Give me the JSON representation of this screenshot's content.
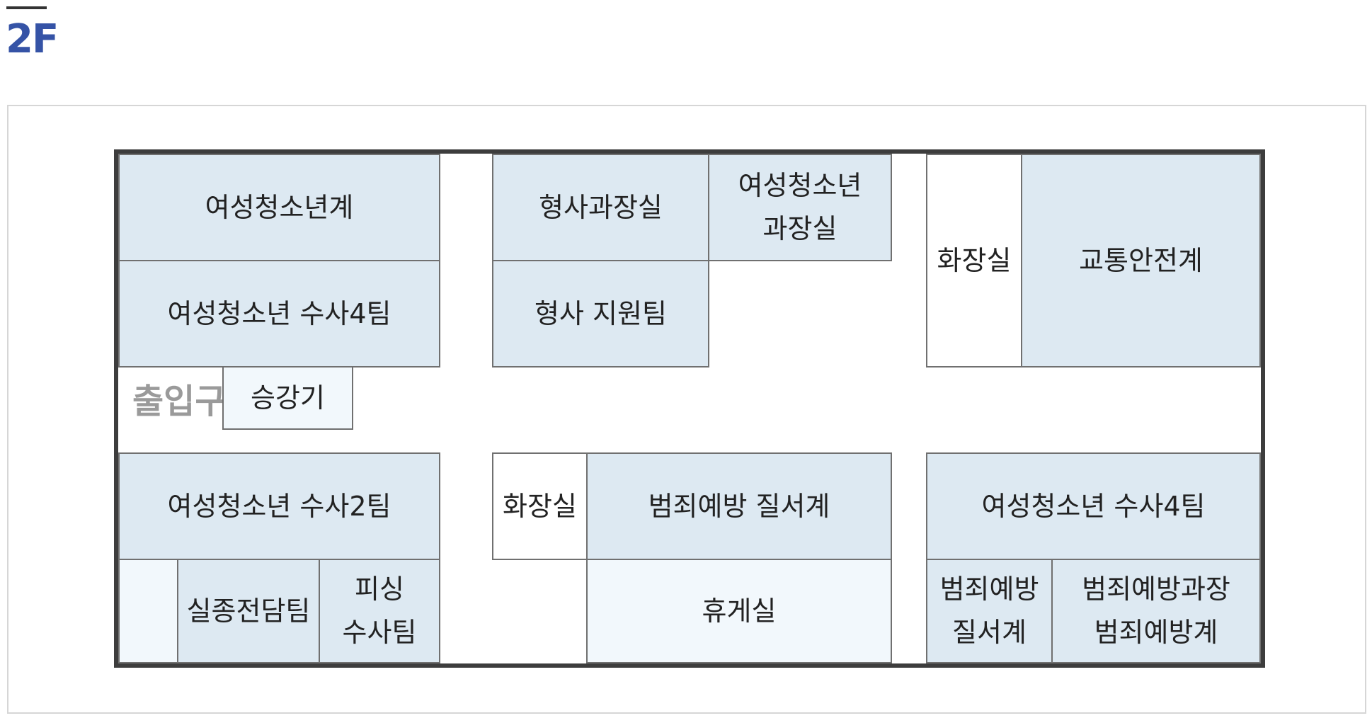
{
  "floor": "2F",
  "entrance": "출입구",
  "rooms": {
    "youth_team": "여성청소년계",
    "youth_inv4_top": "여성청소년 수사4팀",
    "crim_chief": "형사과장실",
    "youth_chief": "여성청소년\n과장실",
    "crim_support": "형사 지원팀",
    "restroom_top": "화장실",
    "traffic": "교통안전계",
    "elevator": "승강기",
    "youth_inv2": "여성청소년 수사2팀",
    "restroom_bottom": "화장실",
    "crime_prev_order": "범죄예방 질서계",
    "youth_inv4_bottom": "여성청소년 수사4팀",
    "blank_small": "",
    "missing_team": "실종전담팀",
    "phishing": "피싱\n수사팀",
    "lounge": "휴게실",
    "crime_prev_order2": "범죄예방\n질서계",
    "crime_prev_chief": "범죄예방과장\n범죄예방계"
  }
}
